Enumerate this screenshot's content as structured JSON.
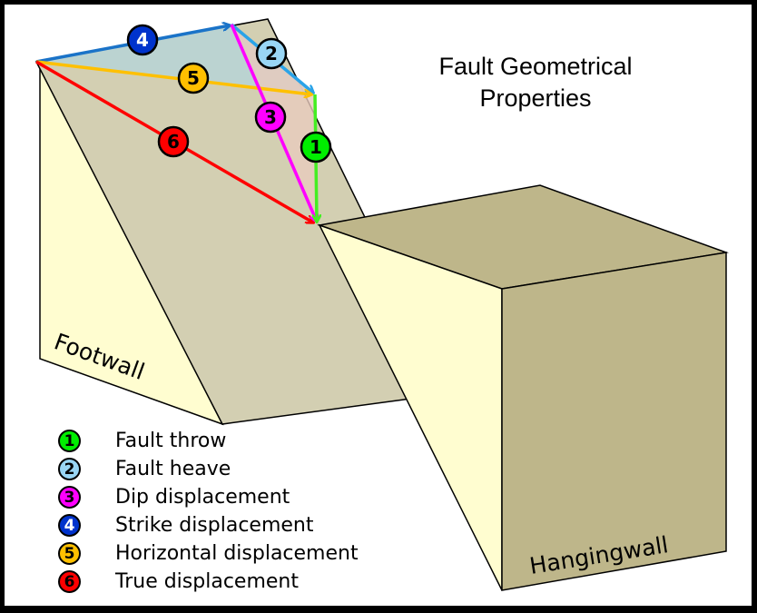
{
  "title": {
    "line1": "Fault Geometrical",
    "line2": "Properties"
  },
  "blocks": {
    "footwall_label": "Footwall",
    "hangingwall_label": "Hangingwall"
  },
  "colors": {
    "fault_plane": "#d3cfb2",
    "footwall_side": "#fffdd0",
    "hangingwall_face": "#beb68a",
    "heave_triangle": "#b6d3d6",
    "throw_triangle": "#e8cbbd"
  },
  "vectors": [
    {
      "id": 1,
      "name": "Fault throw",
      "color": "#00ee00",
      "text_color": "#000000"
    },
    {
      "id": 2,
      "name": "Fault heave",
      "color": "#99d6f5",
      "text_color": "#000000"
    },
    {
      "id": 3,
      "name": "Dip displacement",
      "color": "#ff00ff",
      "text_color": "#000000"
    },
    {
      "id": 4,
      "name": "Strike displacement",
      "color": "#0033cc",
      "text_color": "#ffffff"
    },
    {
      "id": 5,
      "name": "Horizontal displacement",
      "color": "#ffc000",
      "text_color": "#000000"
    },
    {
      "id": 6,
      "name": "True displacement",
      "color": "#ff0000",
      "text_color": "#000000"
    }
  ],
  "legend": [
    {
      "number": "1",
      "label": "Fault throw"
    },
    {
      "number": "2",
      "label": "Fault heave"
    },
    {
      "number": "3",
      "label": "Dip displacement"
    },
    {
      "number": "4",
      "label": "Strike displacement"
    },
    {
      "number": "5",
      "label": "Horizontal displacement"
    },
    {
      "number": "6",
      "label": "True displacement"
    }
  ]
}
